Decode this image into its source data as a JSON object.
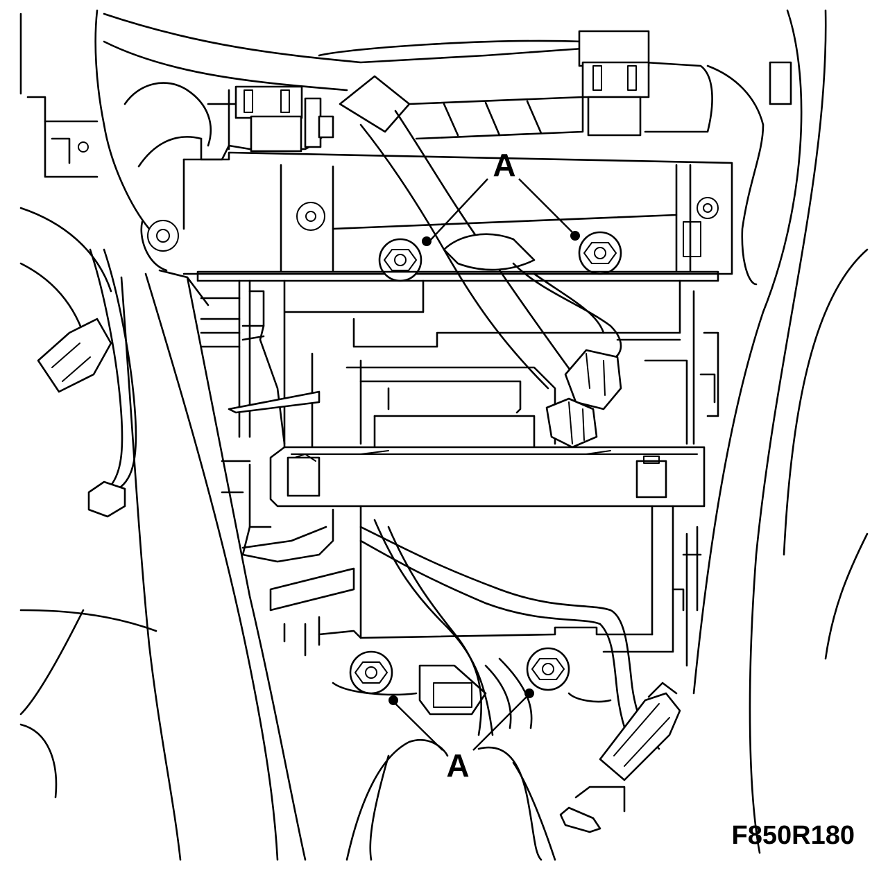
{
  "diagram": {
    "callouts": {
      "top_label": "A",
      "bottom_label": "A"
    },
    "figure_id": "F850R180"
  },
  "colors": {
    "ink": "#000000",
    "paper": "#ffffff"
  }
}
